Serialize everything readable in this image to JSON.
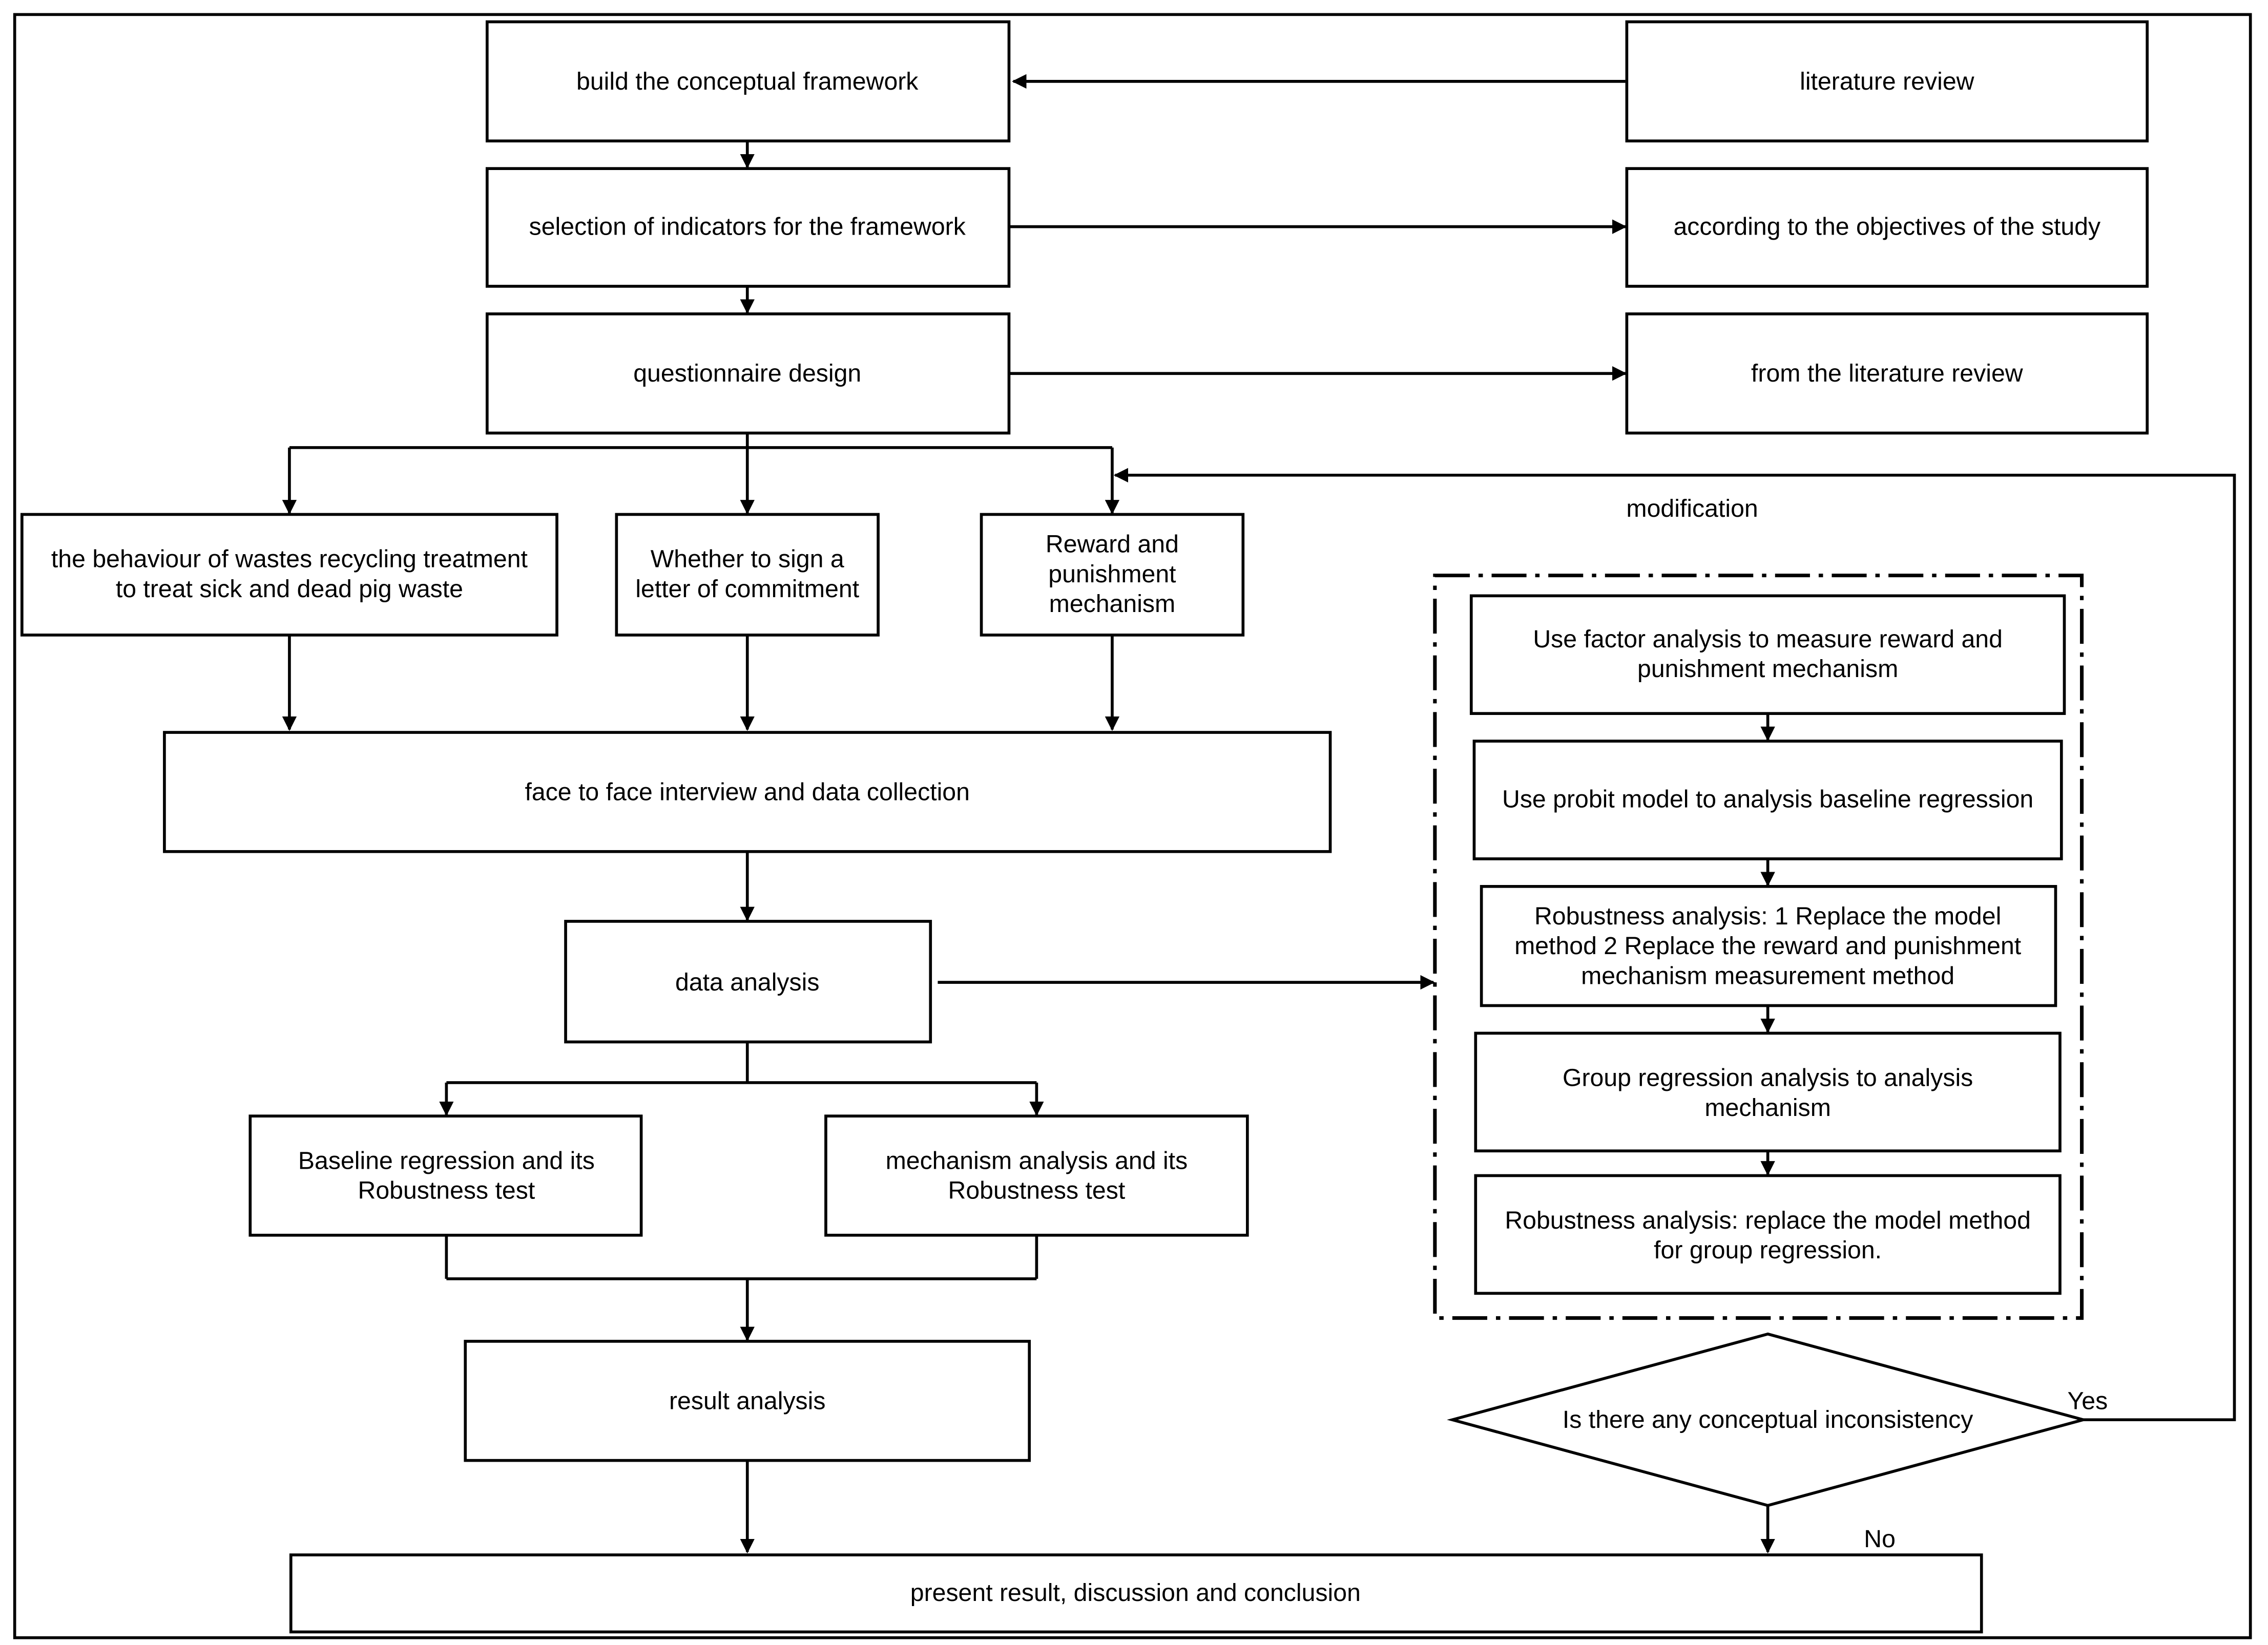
{
  "boxes": {
    "build_framework": "build the conceptual framework",
    "literature_review": "literature review",
    "selection_indicators": "selection of indicators for the framework",
    "objectives": "according to the objectives of the study",
    "questionnaire_design": "questionnaire design",
    "from_literature": "from the literature review",
    "wastes_behaviour": "the behaviour of wastes recycling treatment to treat sick and dead pig waste",
    "letter_commitment": "Whether to sign a letter of commitment",
    "reward_punishment": "Reward and punishment mechanism",
    "interview": "face to face interview and data collection",
    "data_analysis": "data analysis",
    "baseline": "Baseline regression and its Robustness test",
    "mechanism": "mechanism analysis and its Robustness test",
    "result_analysis": "result analysis",
    "present_result": "present result, discussion and conclusion",
    "factor_analysis": "Use factor analysis to measure reward and punishment mechanism",
    "probit": "Use probit model to analysis baseline regression",
    "robustness1": "Robustness analysis: 1 Replace the model method 2 Replace the reward and punishment mechanism measurement method",
    "group_regression": "Group regression analysis to analysis mechanism",
    "robustness2": "Robustness analysis: replace the model method for group regression."
  },
  "decision": "Is there any conceptual inconsistency",
  "labels": {
    "modification": "modification",
    "yes": "Yes",
    "no": "No"
  },
  "colors": {
    "stroke": "#000000",
    "fill": "#ffffff"
  }
}
